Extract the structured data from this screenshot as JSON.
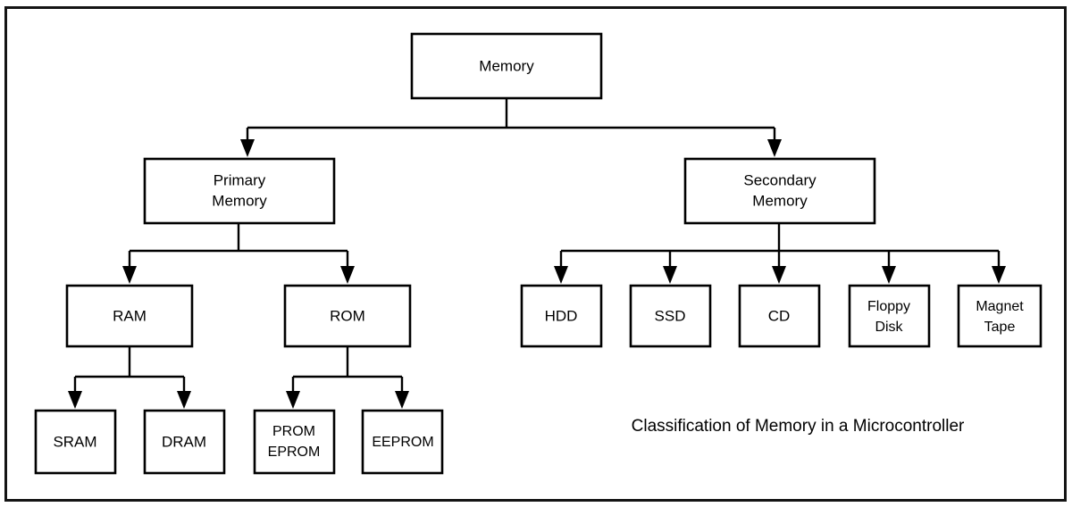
{
  "diagram": {
    "caption": "Classification of Memory in a Microcontroller",
    "colors": {
      "frame_border": "#141414",
      "box_border": "#000000",
      "box_fill": "#ffffff",
      "connector": "#000000",
      "text": "#000000",
      "background": "#ffffff"
    },
    "nodes": {
      "root": {
        "label": "Memory"
      },
      "primary": {
        "line1": "Primary",
        "line2": "Memory"
      },
      "secondary": {
        "line1": "Secondary",
        "line2": "Memory"
      },
      "ram": {
        "label": "RAM"
      },
      "rom": {
        "label": "ROM"
      },
      "sram": {
        "label": "SRAM"
      },
      "dram": {
        "label": "DRAM"
      },
      "prom": {
        "line1": "PROM",
        "line2": "EPROM"
      },
      "eeprom": {
        "label": "EEPROM"
      },
      "hdd": {
        "label": "HDD"
      },
      "ssd": {
        "label": "SSD"
      },
      "cd": {
        "label": "CD"
      },
      "floppy": {
        "line1": "Floppy",
        "line2": "Disk"
      },
      "tape": {
        "line1": "Magnet",
        "line2": "Tape"
      }
    }
  },
  "chart_data": {
    "type": "diagram",
    "title": "Classification of Memory in a Microcontroller",
    "layout": "top-down tree",
    "root": "Memory",
    "edges": [
      {
        "from": "Memory",
        "to": "Primary Memory"
      },
      {
        "from": "Memory",
        "to": "Secondary Memory"
      },
      {
        "from": "Primary Memory",
        "to": "RAM"
      },
      {
        "from": "Primary Memory",
        "to": "ROM"
      },
      {
        "from": "RAM",
        "to": "SRAM"
      },
      {
        "from": "RAM",
        "to": "DRAM"
      },
      {
        "from": "ROM",
        "to": "PROM EPROM"
      },
      {
        "from": "ROM",
        "to": "EEPROM"
      },
      {
        "from": "Secondary Memory",
        "to": "HDD"
      },
      {
        "from": "Secondary Memory",
        "to": "SSD"
      },
      {
        "from": "Secondary Memory",
        "to": "CD"
      },
      {
        "from": "Secondary Memory",
        "to": "Floppy Disk"
      },
      {
        "from": "Secondary Memory",
        "to": "Magnet Tape"
      }
    ],
    "levels": [
      [
        "Memory"
      ],
      [
        "Primary Memory",
        "Secondary Memory"
      ],
      [
        "RAM",
        "ROM",
        "HDD",
        "SSD",
        "CD",
        "Floppy Disk",
        "Magnet Tape"
      ],
      [
        "SRAM",
        "DRAM",
        "PROM EPROM",
        "EEPROM"
      ]
    ]
  }
}
